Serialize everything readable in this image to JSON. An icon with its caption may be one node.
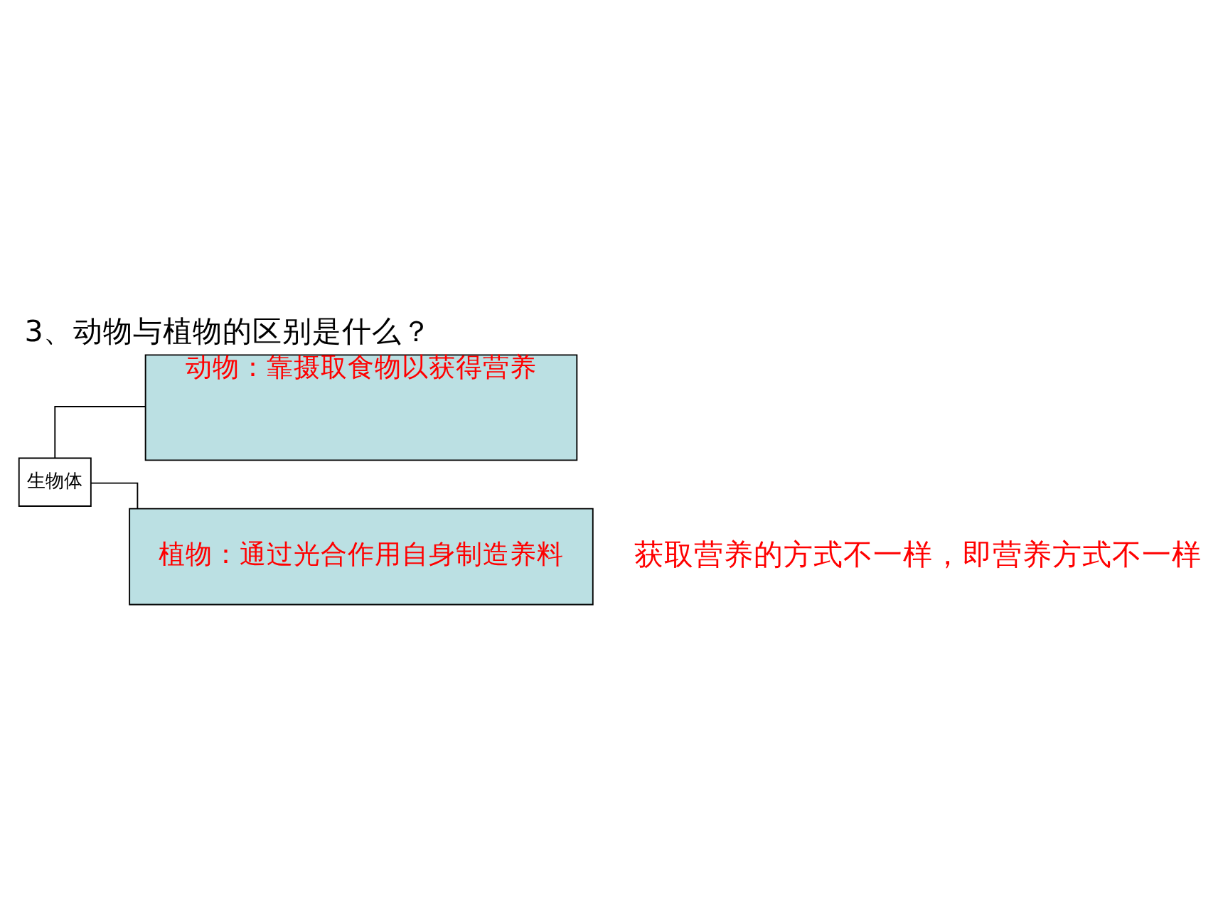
{
  "diagram": {
    "title": "3、动物与植物的区别是什么？",
    "nodes": [
      {
        "text": [
          "生物体"
        ]
      },
      {
        "text": [
          "动物：靠摄取食物以获得营养"
        ]
      },
      {
        "text": [
          "植物：通过光合作用自身制造养料"
        ]
      }
    ],
    "edges": [
      {
        "from": 0,
        "to": 1,
        "arrow": "none"
      },
      {
        "from": 0,
        "to": 2,
        "arrow": "none"
      }
    ],
    "labels": [
      "获取营养的方式不一样，即营养方式不一样"
    ]
  }
}
